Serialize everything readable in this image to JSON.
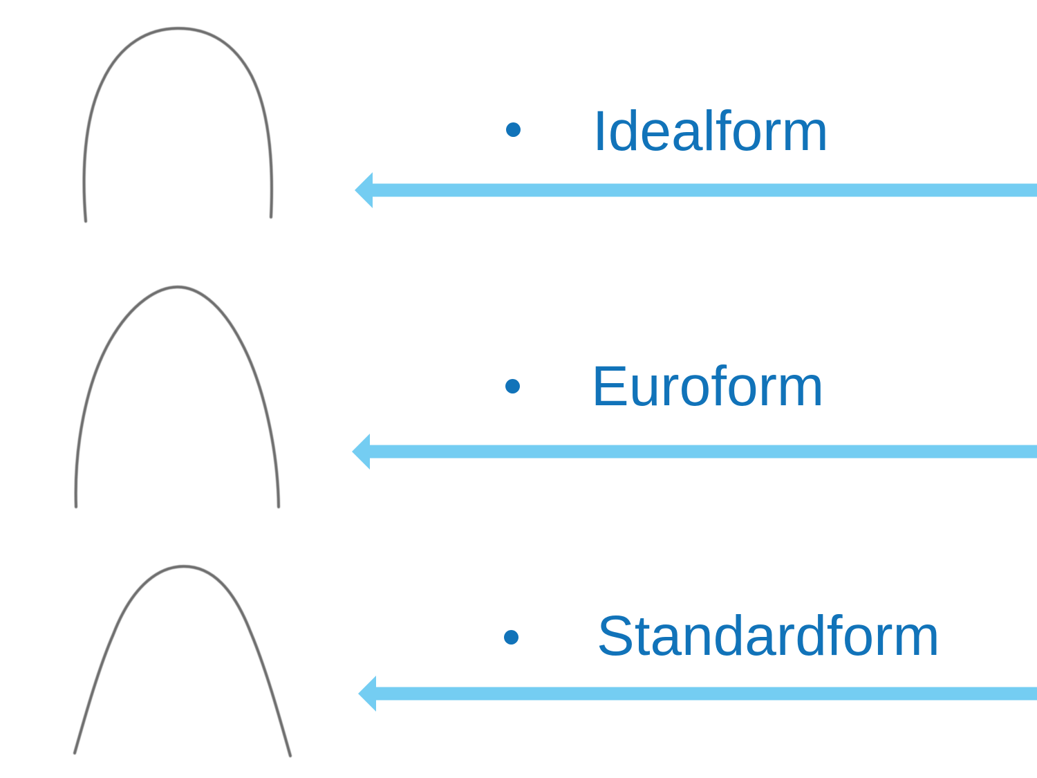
{
  "slide": {
    "type": "presentation-slide",
    "background_color": "#ffffff",
    "label_color": "#1173b9",
    "arrow_color": "#74cdf2",
    "wire_color": "#6e6e6e",
    "bullet_glyph": "•"
  },
  "items": [
    {
      "label": "Idealform",
      "image": "idealform-archwire-photo",
      "image_description": "gray orthodontic archwire, rounded dome with near-vertical parallel sides",
      "arrow": "left-arrow"
    },
    {
      "label": "Euroform",
      "image": "euroform-archwire-photo",
      "image_description": "gray orthodontic archwire, taller narrower pointed parabolic arch",
      "arrow": "left-arrow"
    },
    {
      "label": "Standardform",
      "image": "standardform-archwire-photo",
      "image_description": "gray orthodontic archwire, tapered arch with straight splayed sides and rounded top",
      "arrow": "left-arrow"
    }
  ]
}
